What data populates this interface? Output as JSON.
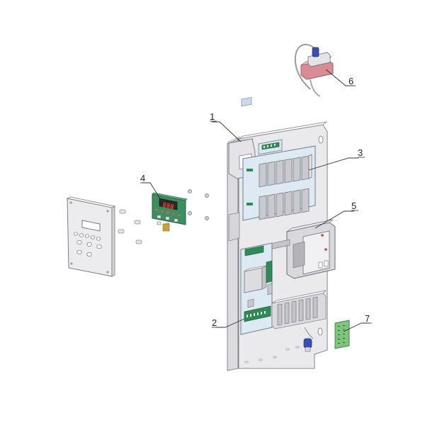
{
  "callouts": [
    {
      "id": "1",
      "label": "1"
    },
    {
      "id": "2",
      "label": "2"
    },
    {
      "id": "3",
      "label": "3"
    },
    {
      "id": "4",
      "label": "4"
    },
    {
      "id": "5",
      "label": "5"
    },
    {
      "id": "6",
      "label": "6"
    },
    {
      "id": "7",
      "label": "7"
    }
  ],
  "display": {
    "digits": "888"
  },
  "colors": {
    "panel": "#e9e9ec",
    "panel_edge": "#8a8a90",
    "pcb_light": "#dde9f3",
    "pcb_green": "#3d8f62",
    "relay_gray": "#c9c9cf",
    "terminal_green": "#7dc57f",
    "sensor_red": "#d98c93",
    "sensor_blue": "#3b4fb3"
  }
}
